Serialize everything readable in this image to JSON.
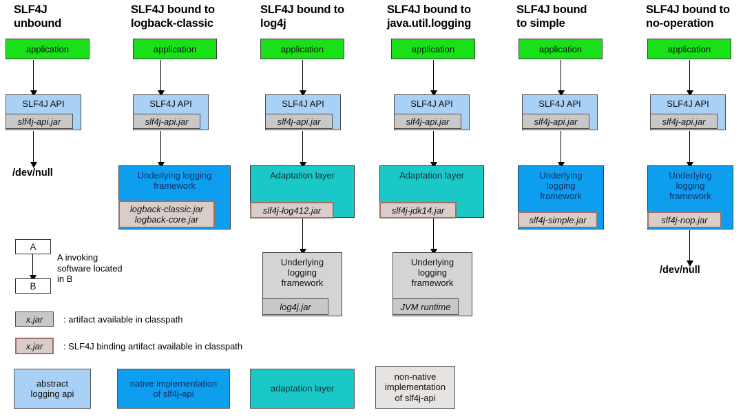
{
  "diagram": {
    "title_font_note": "",
    "columns": [
      {
        "id": "unbound",
        "title": "SLF4J\nunbound",
        "app_label": "application",
        "api_label": "SLF4J API",
        "api_jar": "slf4j-api.jar",
        "sink_label": "/dev/null"
      },
      {
        "id": "logback",
        "title": "SLF4J bound to\nlogback-classic",
        "app_label": "application",
        "api_label": "SLF4J API",
        "api_jar": "slf4j-api.jar",
        "impl_label": "Underlying logging\nframework",
        "impl_jar": "logback-classic.jar\nlogback-core.jar"
      },
      {
        "id": "log4j",
        "title": "SLF4J bound to\nlog4j",
        "app_label": "application",
        "api_label": "SLF4J API",
        "api_jar": "slf4j-api.jar",
        "adapt_label": "Adaptation layer",
        "adapt_jar": "slf4j-log412.jar",
        "impl_label": "Underlying\nlogging\nframework",
        "impl_jar": "log4j.jar"
      },
      {
        "id": "jul",
        "title": "SLF4J bound to\njava.util.logging",
        "app_label": "application",
        "api_label": "SLF4J API",
        "api_jar": "slf4j-api.jar",
        "adapt_label": "Adaptation layer",
        "adapt_jar": "slf4j-jdk14.jar",
        "impl_label": "Underlying\nlogging\nframework",
        "impl_jar": "JVM runtime"
      },
      {
        "id": "simple",
        "title": "SLF4J bound\nto simple",
        "app_label": "application",
        "api_label": "SLF4J API",
        "api_jar": "slf4j-api.jar",
        "impl_label": "Underlying\nlogging\nframework",
        "impl_jar": "slf4j-simple.jar"
      },
      {
        "id": "nop",
        "title": "SLF4J bound to\nno-operation",
        "app_label": "application",
        "api_label": "SLF4J API",
        "api_jar": "slf4j-api.jar",
        "impl_label": "Underlying\nlogging\nframework",
        "impl_jar": "slf4j-nop.jar",
        "sink_label": "/dev/null"
      }
    ]
  },
  "legend": {
    "arrow_example": {
      "box_a": "A",
      "box_b": "B",
      "description": "A invoking\nsoftware located\nin B"
    },
    "artifact": {
      "chip": "x.jar",
      "description": ": artifact available in classpath"
    },
    "binding_artifact": {
      "chip": "x.jar",
      "description": ": SLF4J binding artifact available in classpath"
    },
    "keys": [
      {
        "id": "abstract",
        "label": "abstract\nlogging api",
        "color": "#a9d0f5"
      },
      {
        "id": "native",
        "label": "native implementation\nof slf4j-api",
        "color": "#0d9ef0"
      },
      {
        "id": "adaptation",
        "label": "adaptation layer",
        "color": "#1ac8c8"
      },
      {
        "id": "nonnative",
        "label": "non-native\nimplementation\nof slf4j-api",
        "color": "#e6e3e0"
      }
    ]
  }
}
